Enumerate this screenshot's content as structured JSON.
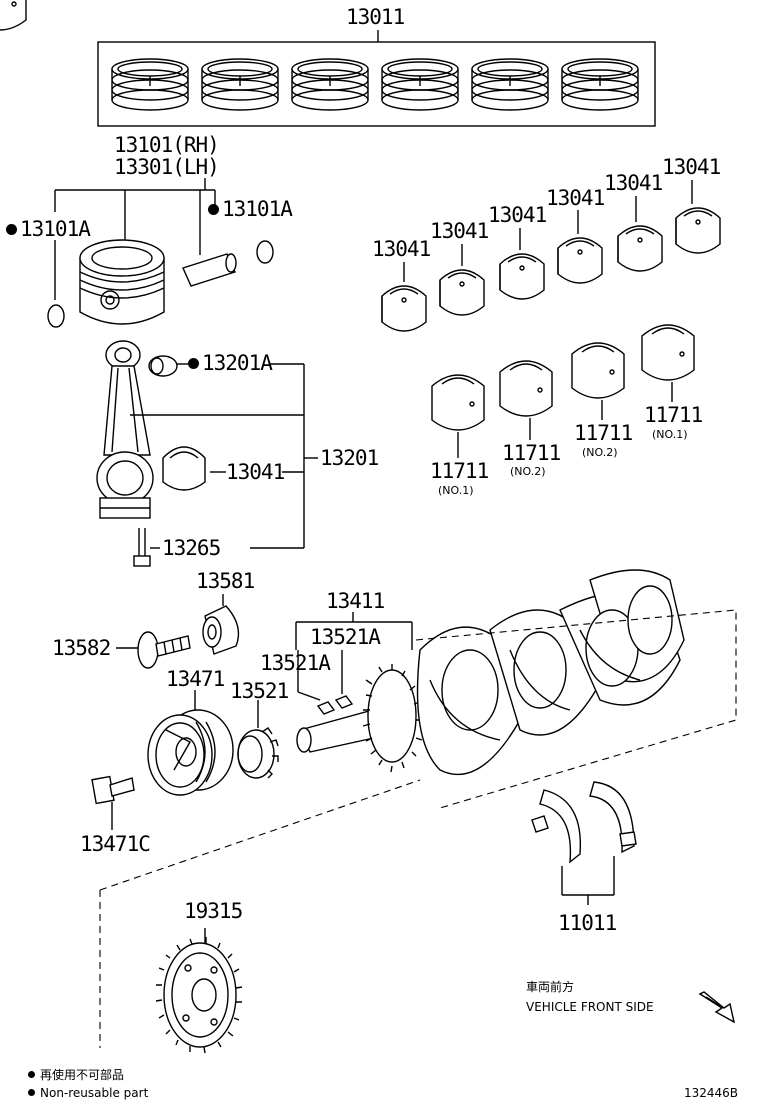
{
  "parts": {
    "p13011": "13011",
    "p13101_rh": "13101(RH)",
    "p13301_lh": "13301(LH)",
    "p13101a_left": "13101A",
    "p13101a_right": "13101A",
    "p13201a": "13201A",
    "p13041_rod": "13041",
    "p13201": "13201",
    "p13265": "13265",
    "p13041_b1": "13041",
    "p13041_b2": "13041",
    "p13041_b3": "13041",
    "p13041_b4": "13041",
    "p13041_b5": "13041",
    "p13041_b6": "13041",
    "p11711_1": "11711",
    "p11711_1_sub": "(NO.1)",
    "p11711_2": "11711",
    "p11711_2_sub": "(NO.2)",
    "p11711_3": "11711",
    "p11711_3_sub": "(NO.2)",
    "p11711_4": "11711",
    "p11711_4_sub": "(NO.1)",
    "p13581": "13581",
    "p13582": "13582",
    "p13411": "13411",
    "p13521a_1": "13521A",
    "p13521a_2": "13521A",
    "p13471": "13471",
    "p13521": "13521",
    "p13471c": "13471C",
    "p11011": "11011",
    "p19315": "19315"
  },
  "direction": {
    "jp": "車両前方",
    "en": "VEHICLE FRONT SIDE"
  },
  "legend": {
    "jp": "再使用不可部品",
    "en": "Non-reusable part"
  },
  "illustration_id": "132446B"
}
